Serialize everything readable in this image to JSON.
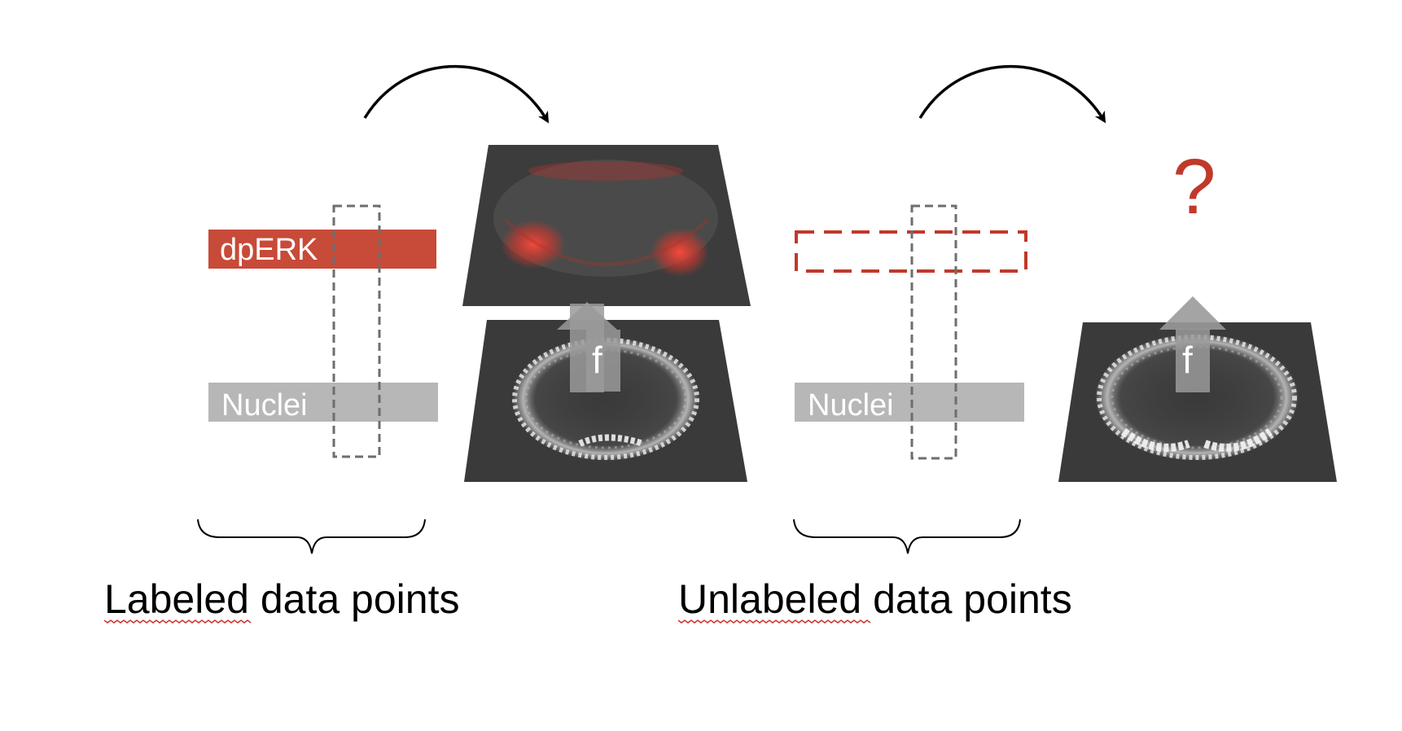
{
  "labeled": {
    "top_bar_label": "dpERK",
    "bottom_bar_label": "Nuclei",
    "caption": "Labeled data points",
    "function_label": "f"
  },
  "unlabeled": {
    "bottom_bar_label": "Nuclei",
    "caption": "Unlabeled data points",
    "function_label": "f",
    "unknown_output": "?"
  },
  "colors": {
    "dpERK_bar": "#c84a38",
    "nuclei_bar": "#b7b7b7",
    "dashed_outline_red": "#c0392b",
    "dashed_outline_gray": "#6e6e6e",
    "question_mark": "#c0392b",
    "up_arrow": "#9a9a9a",
    "image_panel": "#3c3c3c"
  }
}
